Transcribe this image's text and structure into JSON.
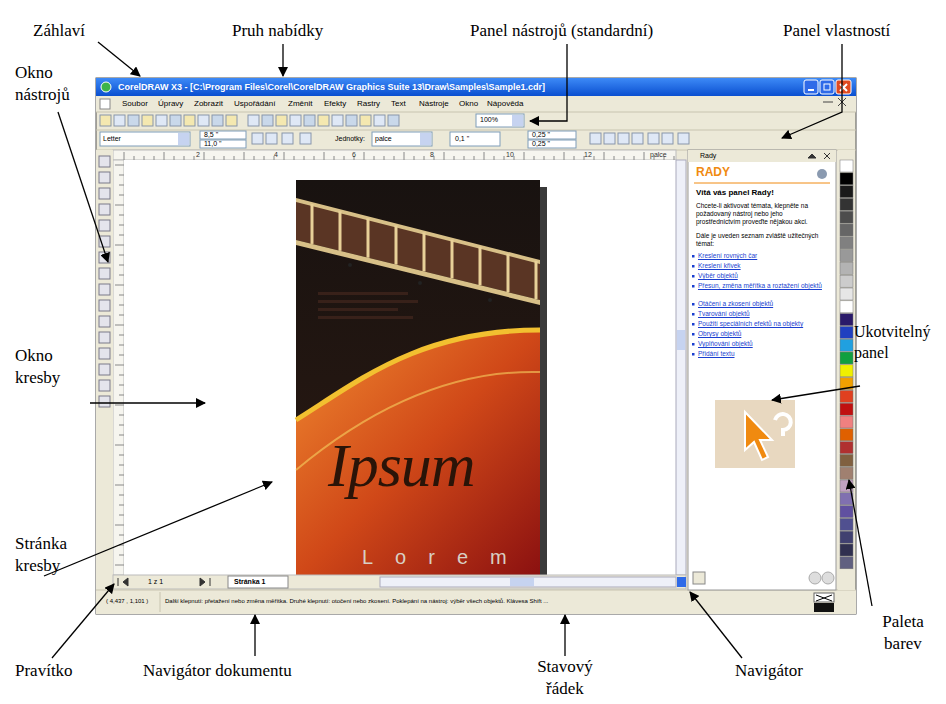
{
  "diagram": {
    "labels": [
      "Záhlaví",
      "Pruh nabídky",
      "Panel nástrojů (standardní)",
      "Panel vlastností",
      "Okno nástrojů",
      "Okno kresby",
      "Stránka kresby",
      "Ukotvitelný panel",
      "Paleta barev",
      "Pravítko",
      "Navigátor dokumentu",
      "Stavový řádek",
      "Navigátor",
      "CorelDRAW X3 - [C:\\Program Files\\Corel\\CorelDRAW Graphics Suite 13\\Draw\\Samples\\Sample1.cdr]",
      "Soubor",
      "Úpravy",
      "Zobrazit",
      "Uspořádání",
      "Změnit",
      "Efekty",
      "Rastry",
      "Text",
      "Nástroje",
      "Okno",
      "Nápověda",
      "100%",
      "Letter",
      "8,5 \"",
      "11,0 \"",
      "Jednotky:",
      "palce",
      "0,1 \"",
      "0,25 \"",
      "0,25 \"",
      "palce",
      "1 z 1",
      "Stránka 1",
      "( 4,437 , 1,101 )",
      "Další klepnutí: přetažení nebo změna měřítka. Druhé klepnutí: otočení nebo zkosení. Poklepání na nástroj: výběr všech objektů. Klávesa Shift ...",
      "Rady",
      "RADY",
      "Vítá vás panel Rady!",
      "Chcete-li aktivovat témata, klepněte na požadovaný nástroj nebo jeho prostřednictvím proveďte nějakou akci.",
      "Dále je uveden seznam zvláště užitečných témat:",
      "Kreslení rovných čar",
      "Kreslení křivek",
      "Výběr objektů",
      "Přesun, změna měřítka a roztažení objektů",
      "Otáčení a zkosení objektů",
      "Tvarování objektů",
      "Použití speciálních efektů na objekty",
      "Obrysy objektů",
      "Vyplňování objektů",
      "Přidání textu",
      "Ipsum",
      "Lorem",
      "2",
      "4",
      "6",
      "8",
      "10",
      "12"
    ]
  }
}
